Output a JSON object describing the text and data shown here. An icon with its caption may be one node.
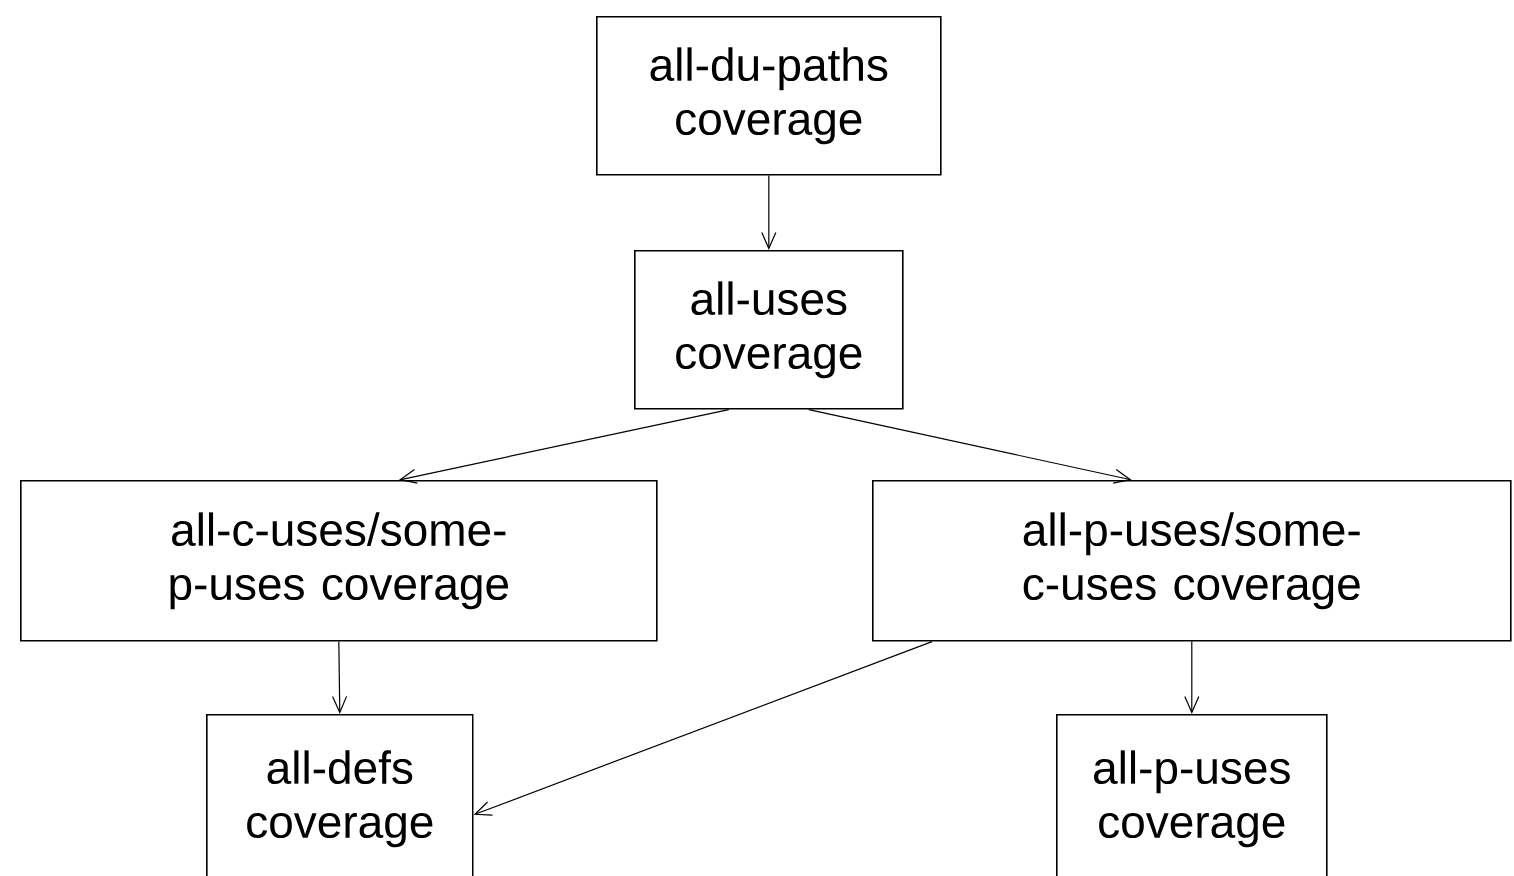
{
  "diagram": {
    "nodes": [
      {
        "text": [
          "all-du-paths coverage"
        ]
      },
      {
        "text": [
          "all-uses coverage"
        ]
      },
      {
        "text": [
          "all-c-uses/some-p-uses coverage"
        ]
      },
      {
        "text": [
          "all-p-uses/some-c-uses coverage"
        ]
      },
      {
        "text": [
          "all-defs coverage"
        ]
      },
      {
        "text": [
          "all-p-uses coverage"
        ]
      }
    ],
    "edges": [
      {
        "from": 0,
        "to": 1,
        "arrow": "to"
      },
      {
        "from": 1,
        "to": 2,
        "arrow": "to"
      },
      {
        "from": 1,
        "to": 3,
        "arrow": "to"
      },
      {
        "from": 2,
        "to": 4,
        "arrow": "to"
      },
      {
        "from": 3,
        "to": 4,
        "arrow": "to"
      },
      {
        "from": 3,
        "to": 5,
        "arrow": "to"
      }
    ]
  }
}
